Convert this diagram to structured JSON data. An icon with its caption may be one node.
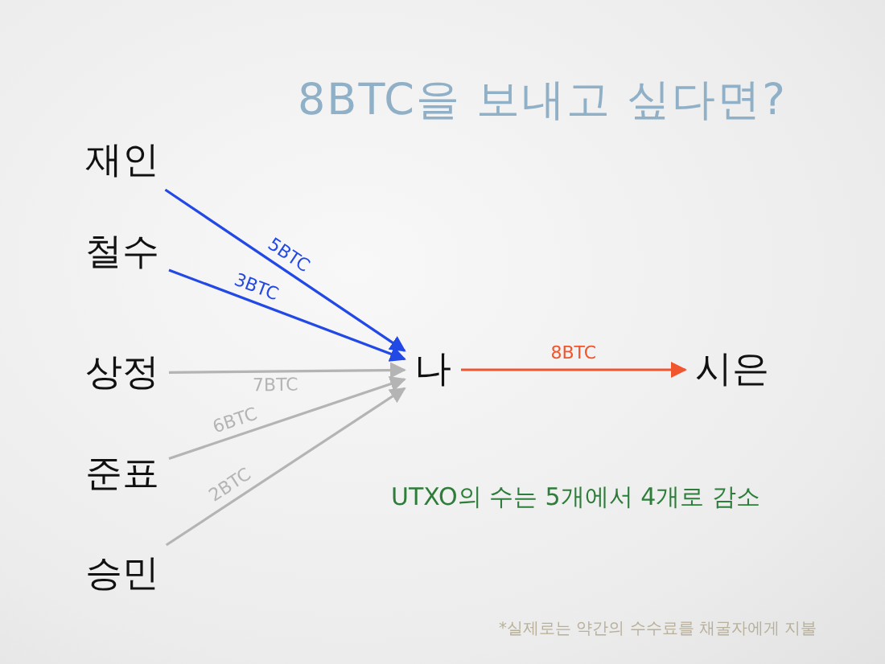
{
  "diagram": {
    "title": "8BTC을 보내고 싶다면?",
    "nodes": [
      {
        "text": [
          "재인"
        ]
      },
      {
        "text": [
          "철수"
        ]
      },
      {
        "text": [
          "상정"
        ]
      },
      {
        "text": [
          "준표"
        ]
      },
      {
        "text": [
          "승민"
        ]
      },
      {
        "text": [
          "나"
        ]
      },
      {
        "text": [
          "시은"
        ]
      }
    ],
    "edges": [
      {
        "from": 0,
        "to": 5,
        "arrow": "to",
        "label": "5BTC",
        "color": "#2249e6"
      },
      {
        "from": 1,
        "to": 5,
        "arrow": "to",
        "label": "3BTC",
        "color": "#2249e6"
      },
      {
        "from": 2,
        "to": 5,
        "arrow": "to",
        "label": "7BTC"
      },
      {
        "from": 3,
        "to": 5,
        "arrow": "to",
        "label": "6BTC"
      },
      {
        "from": 4,
        "to": 5,
        "arrow": "to",
        "label": "2BTC"
      },
      {
        "from": 5,
        "to": 6,
        "arrow": "to",
        "label": "8BTC",
        "color": "#f0552e"
      }
    ],
    "labels": [
      "UTXO의 수는 5개에서 4개로 감소",
      "*실제로는 약간의 수수료를 채굴자에게 지불"
    ]
  }
}
